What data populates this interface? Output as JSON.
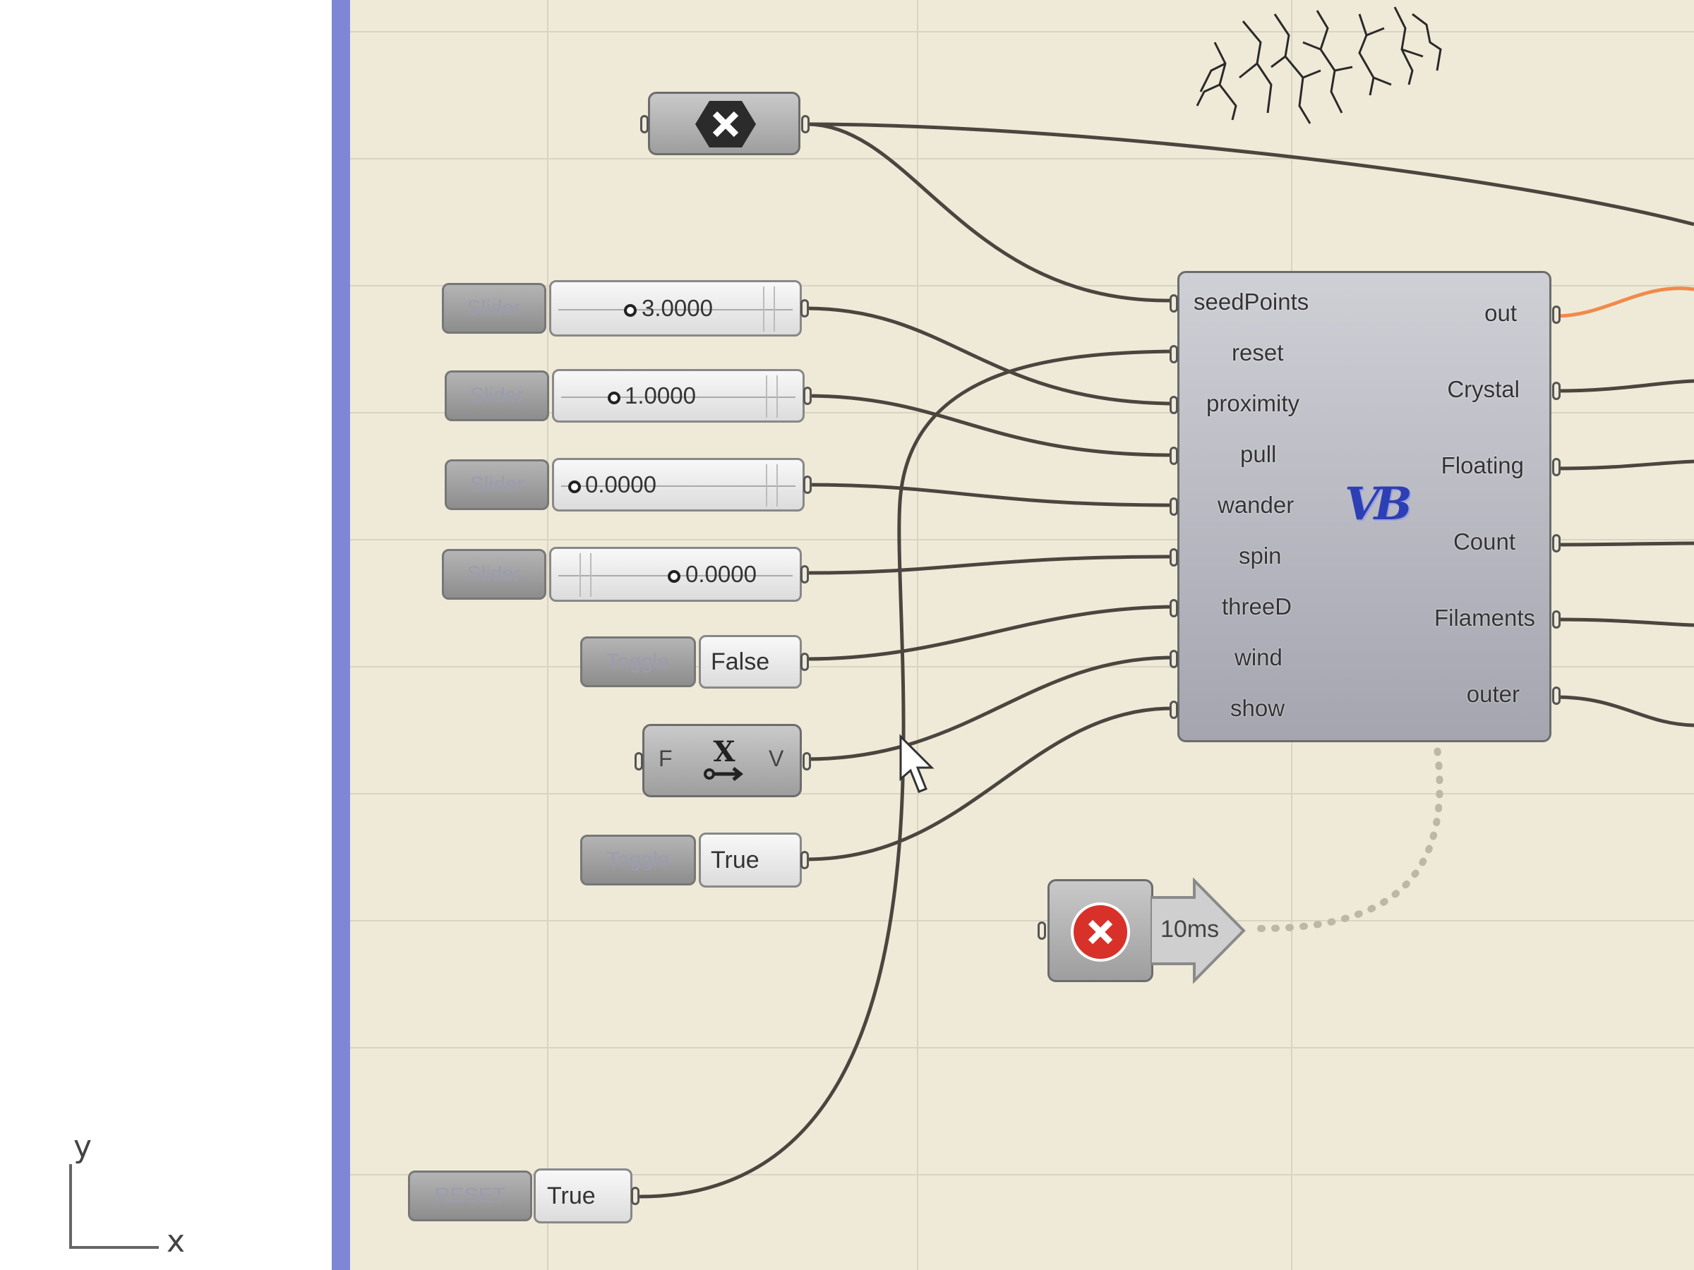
{
  "viewport": {
    "axis_y": "y",
    "axis_x": "x"
  },
  "sliders": [
    {
      "tag": "Slider",
      "value": "3.0000"
    },
    {
      "tag": "Slider",
      "value": "1.0000"
    },
    {
      "tag": "Slider",
      "value": "0.0000"
    },
    {
      "tag": "Slider",
      "value": "0.0000"
    }
  ],
  "toggles": [
    {
      "tag": "Toggle",
      "value": "False"
    },
    {
      "tag": "Toggle",
      "value": "True"
    }
  ],
  "reset_button": {
    "tag": "RESET",
    "value": "True"
  },
  "xform": {
    "left": "F",
    "right": "V"
  },
  "main_component": {
    "badge": "VB",
    "inputs": [
      "seedPoints",
      "reset",
      "proximity",
      "pull",
      "wander",
      "spin",
      "threeD",
      "wind",
      "show"
    ],
    "outputs": [
      "out",
      "Crystal",
      "Floating",
      "Count",
      "Filaments",
      "outer"
    ]
  },
  "timer": {
    "interval": "10ms"
  },
  "colors": {
    "canvas": "#efead8",
    "wire": "#4a463f",
    "wire_active": "#f08a4b",
    "canvas_border": "#7f86d6"
  }
}
